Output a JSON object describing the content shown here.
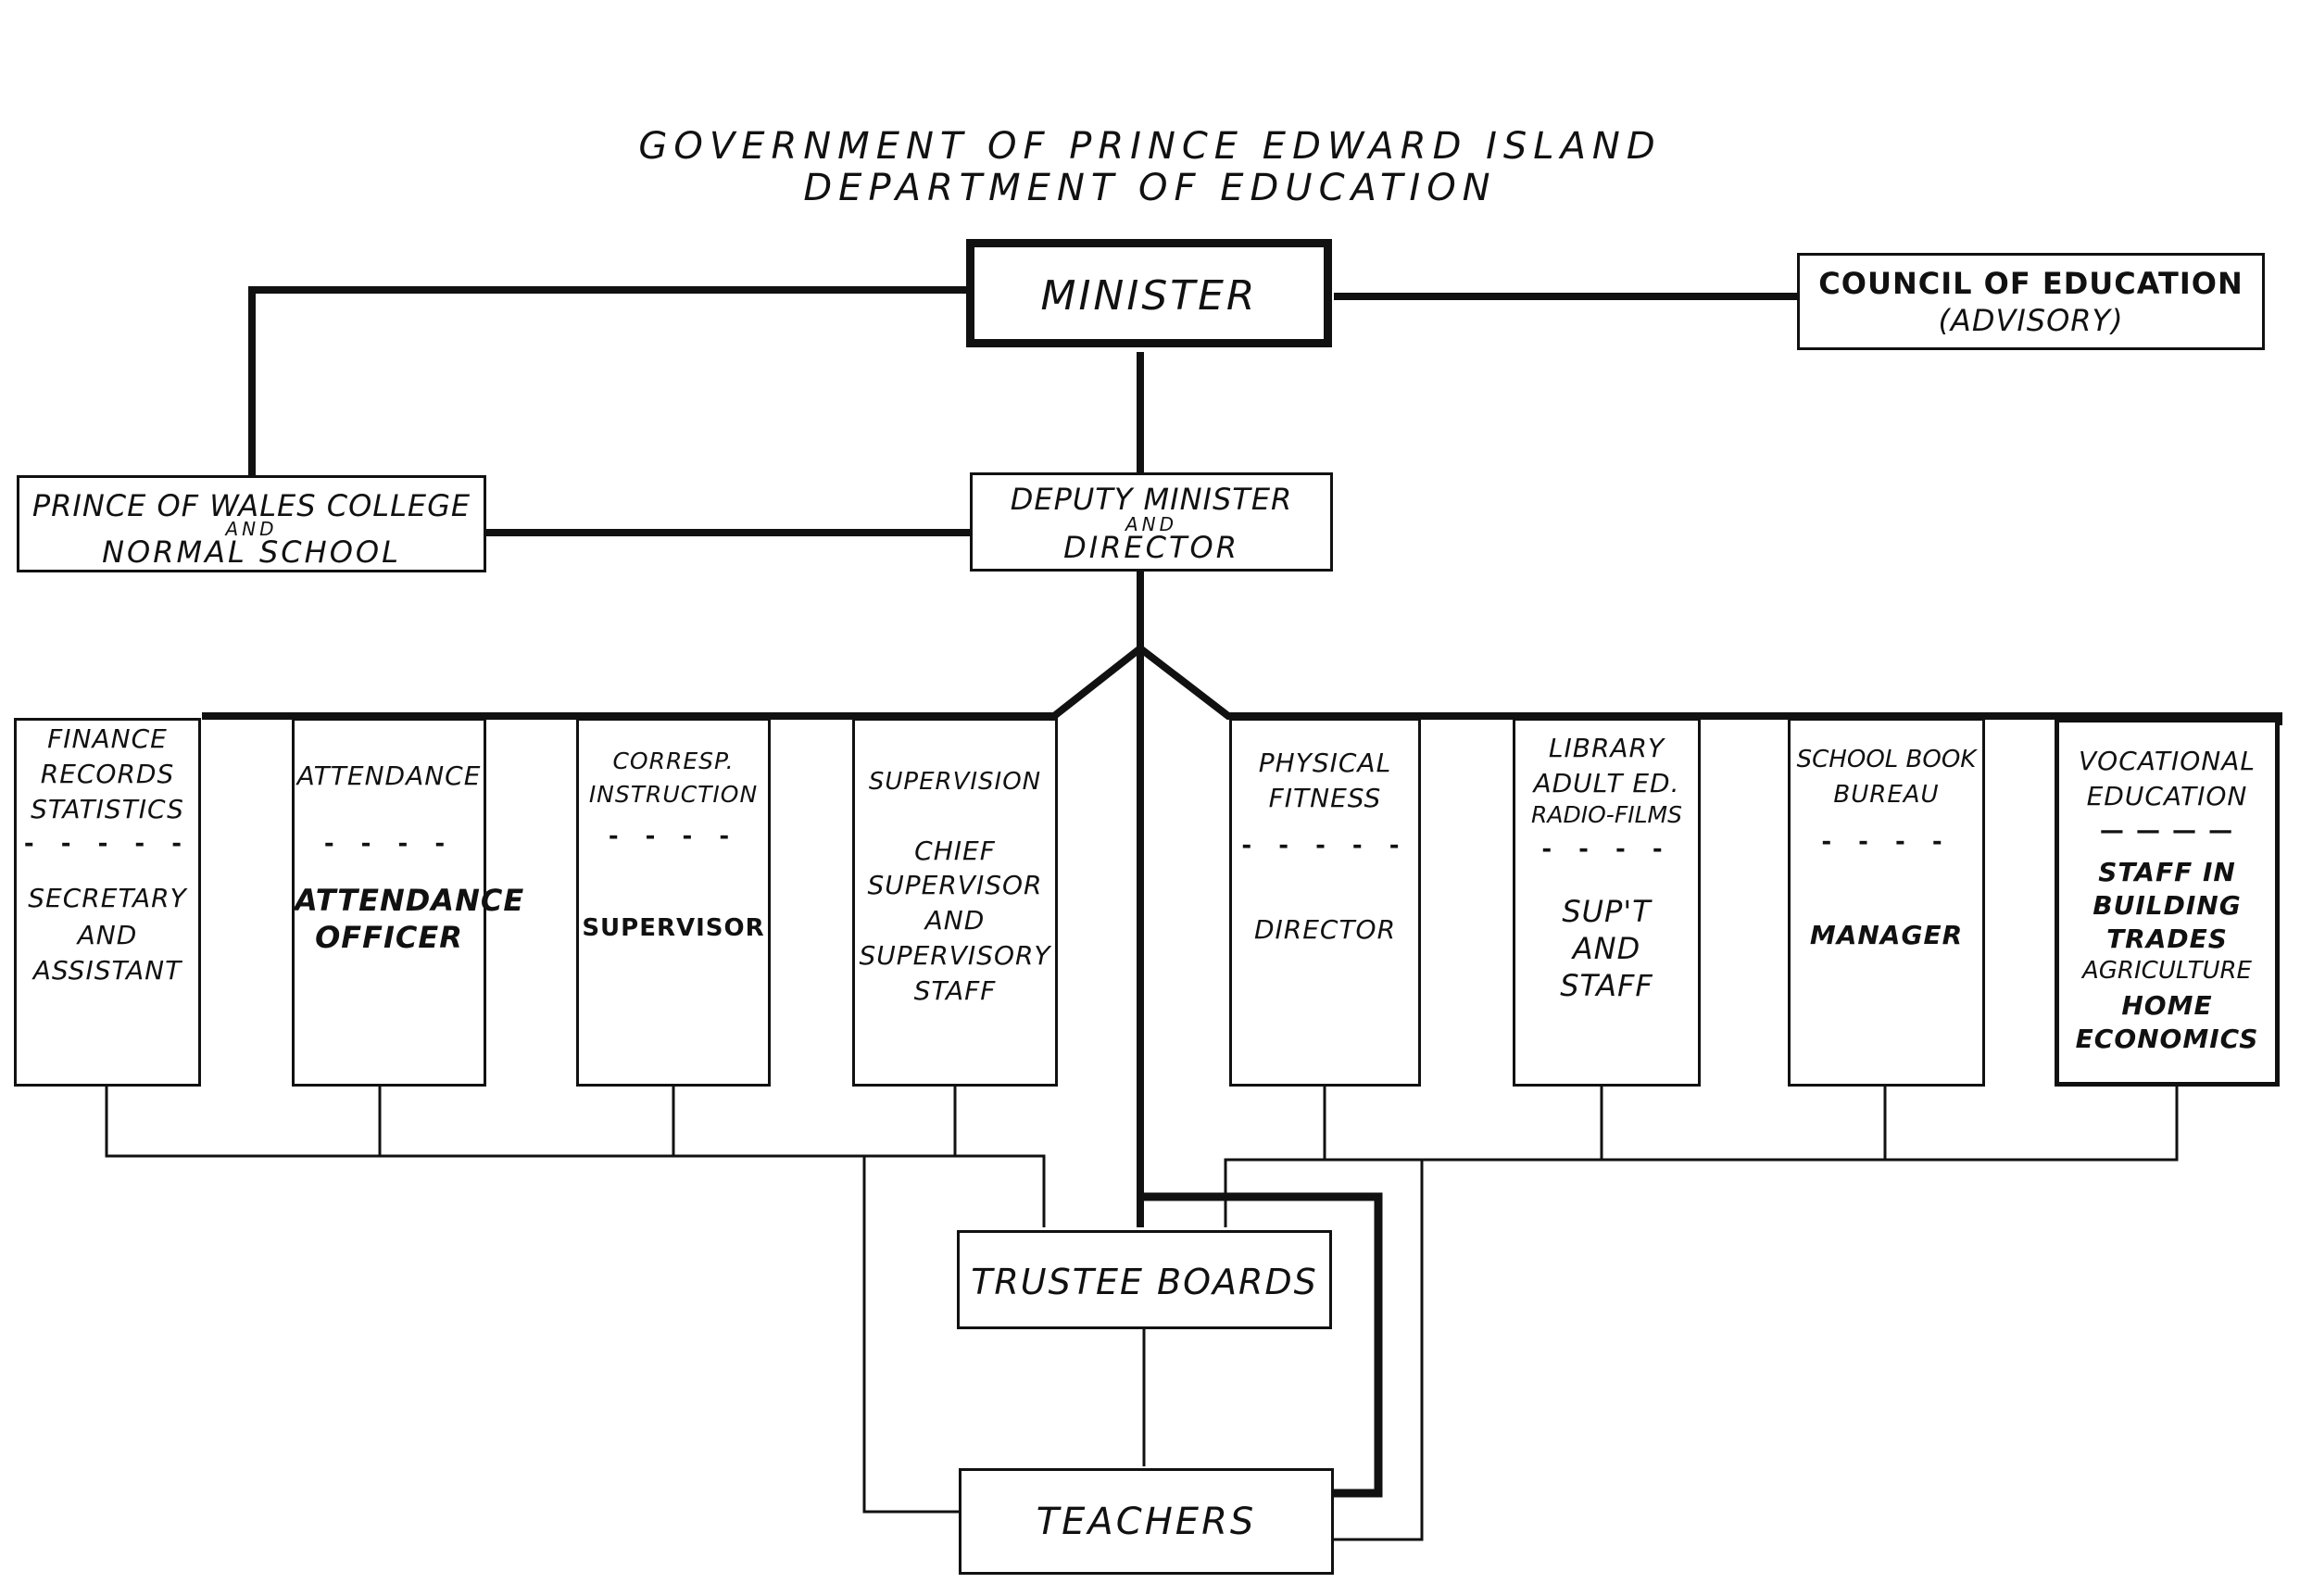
{
  "title": {
    "line1": "GOVERNMENT OF PRINCE EDWARD ISLAND",
    "line2": "DEPARTMENT OF EDUCATION"
  },
  "minister": "MINISTER",
  "council": {
    "line1": "COUNCIL OF EDUCATION",
    "line2": "(ADVISORY)"
  },
  "college": {
    "line1": "PRINCE OF WALES COLLEGE",
    "line2": "AND",
    "line3": "NORMAL SCHOOL"
  },
  "deputy": {
    "line1": "DEPUTY MINISTER",
    "line2": "AND",
    "line3": "DIRECTOR"
  },
  "divisions": {
    "finance": {
      "top1": "FINANCE",
      "top2": "RECORDS",
      "top3": "STATISTICS",
      "dash": "- - - - -",
      "bot1": "SECRETARY",
      "bot2": "AND",
      "bot3": "ASSISTANT"
    },
    "attendance": {
      "top1": "ATTENDANCE",
      "dash": "- - - -",
      "bot1": "ATTENDANCE",
      "bot2": "OFFICER"
    },
    "corresp": {
      "top1": "CORRESP.",
      "top2": "INSTRUCTION",
      "dash": "- - - -",
      "bot1": "SUPERVISOR"
    },
    "supervision": {
      "top1": "SUPERVISION",
      "bot1": "CHIEF",
      "bot2": "SUPERVISOR",
      "bot3": "AND",
      "bot4": "SUPERVISORY",
      "bot5": "STAFF"
    },
    "physical": {
      "top1": "PHYSICAL",
      "top2": "FITNESS",
      "dash": "- - - - -",
      "bot1": "DIRECTOR"
    },
    "library": {
      "top1": "LIBRARY",
      "top2": "ADULT ED.",
      "top3": "RADIO-FILMS",
      "dash": "- - - -",
      "bot1": "SUP'T",
      "bot2": "AND",
      "bot3": "STAFF"
    },
    "schoolbook": {
      "top1": "SCHOOL BOOK",
      "top2": "BUREAU",
      "dash": "- - - -",
      "bot1": "MANAGER"
    },
    "vocational": {
      "top1": "VOCATIONAL",
      "top2": "EDUCATION",
      "dash": "— — — —",
      "bot1": "STAFF IN",
      "bot2": "BUILDING",
      "bot3": "TRADES",
      "bot4": "AGRICULTURE",
      "bot5": "HOME",
      "bot6": "ECONOMICS"
    }
  },
  "trustee": "TRUSTEE BOARDS",
  "teachers": "TEACHERS"
}
